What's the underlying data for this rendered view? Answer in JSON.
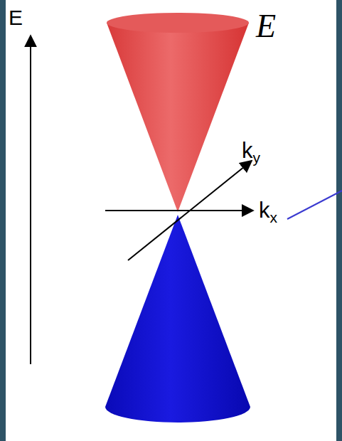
{
  "diagram": {
    "labels": [
      "E",
      "ky",
      "kx",
      "E"
    ]
  }
}
